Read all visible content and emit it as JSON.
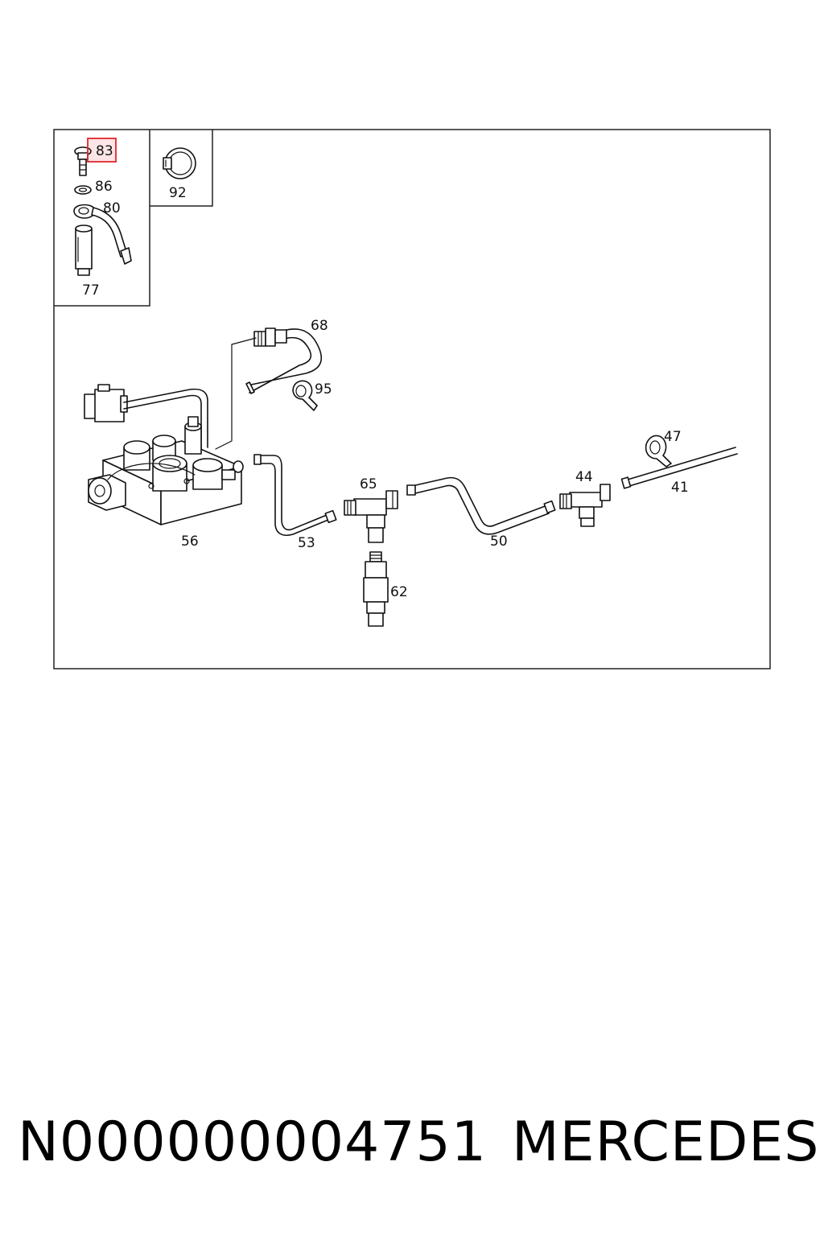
{
  "diagram": {
    "labels": {
      "p83": "83",
      "p86": "86",
      "p80": "80",
      "p77": "77",
      "p92": "92",
      "p68": "68",
      "p95": "95",
      "p47": "47",
      "p44": "44",
      "p41": "41",
      "p65": "65",
      "p56": "56",
      "p53": "53",
      "p50": "50",
      "p62": "62"
    },
    "highlight_color": "#e0282e",
    "line_color": "#111111"
  },
  "footer": {
    "part_number": "N000000004751",
    "brand": "MERCEDES"
  }
}
